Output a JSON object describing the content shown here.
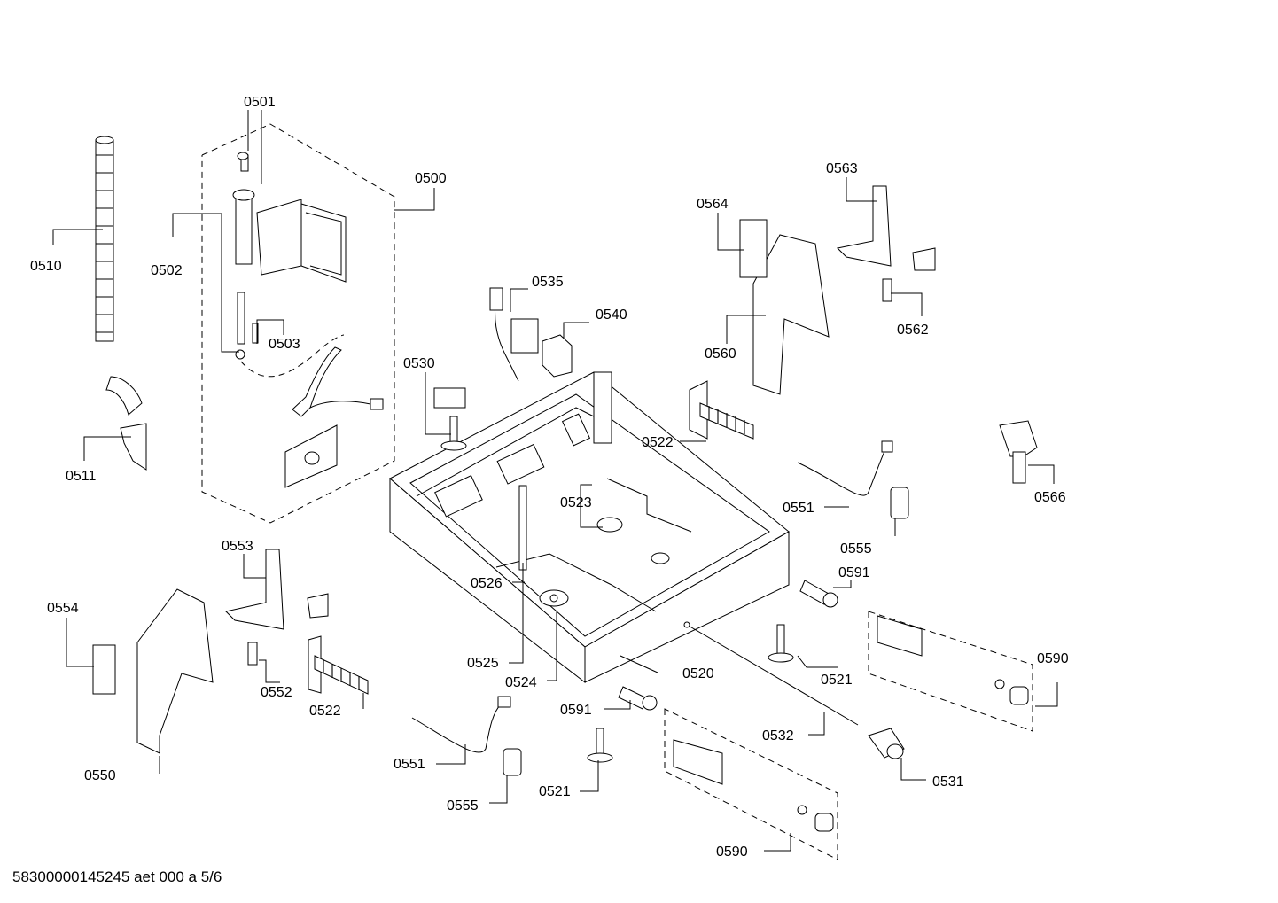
{
  "labels": {
    "l0501": "0501",
    "l0500": "0500",
    "l0502": "0502",
    "l0503": "0503",
    "l0510": "0510",
    "l0511": "0511",
    "l0535": "0535",
    "l0540": "0540",
    "l0530": "0530",
    "l0564": "0564",
    "l0563": "0563",
    "l0560": "0560",
    "l0562": "0562",
    "l0522a": "0522",
    "l0566": "0566",
    "l0551a": "0551",
    "l0523": "0523",
    "l0555a": "0555",
    "l0553": "0553",
    "l0554": "0554",
    "l0526": "0526",
    "l0591a": "0591",
    "l0525": "0525",
    "l0524": "0524",
    "l0520": "0520",
    "l0552": "0552",
    "l0522b": "0522",
    "l0521a": "0521",
    "l0590a": "0590",
    "l0591b": "0591",
    "l0550": "0550",
    "l0532": "0532",
    "l0551b": "0551",
    "l0531": "0531",
    "l0555b": "0555",
    "l0521b": "0521",
    "l0590b": "0590"
  },
  "footer": "58300000145245 aet 000 a 5/6"
}
